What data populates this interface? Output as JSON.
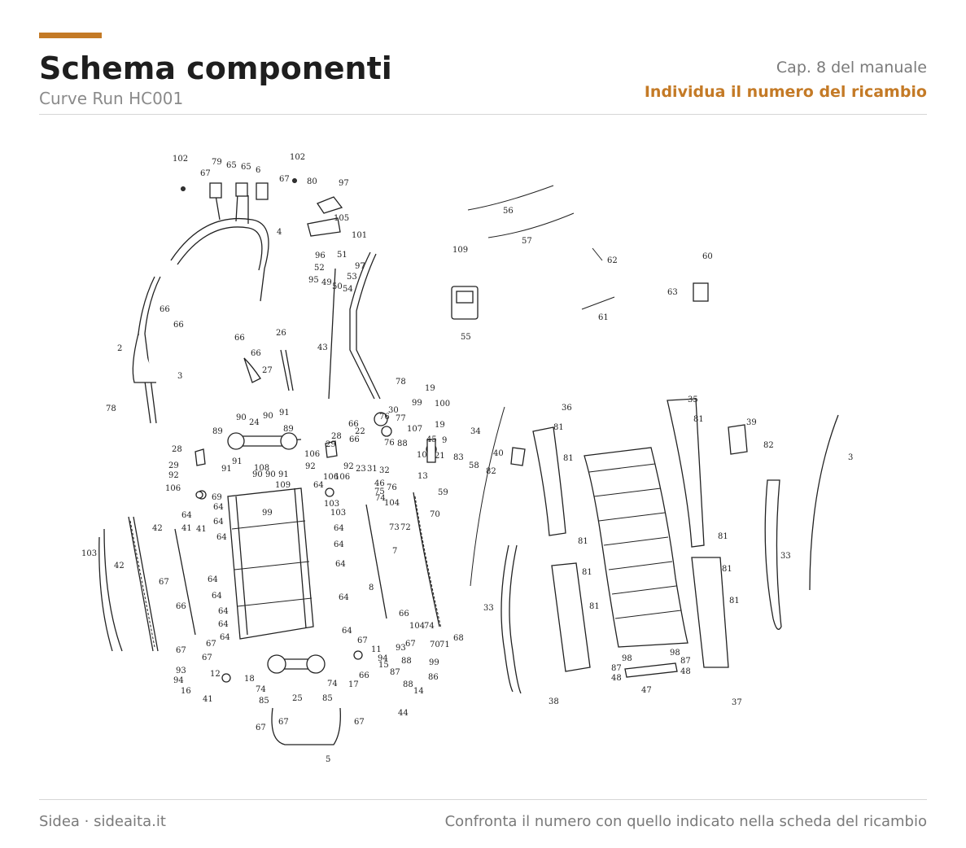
{
  "header": {
    "title": "Schema componenti",
    "subtitle": "Curve Run HC001",
    "chapter": "Cap. 8 del manuale",
    "instruction": "Individua il numero del ricambio",
    "accent_color": "#c47a26"
  },
  "diagram": {
    "part_labels": [
      "102",
      "79",
      "65",
      "65",
      "6",
      "67",
      "102",
      "80",
      "97",
      "105",
      "101",
      "4",
      "67",
      "66",
      "66",
      "66",
      "66",
      "2",
      "3",
      "78",
      "26",
      "27",
      "43",
      "96",
      "51",
      "52",
      "53",
      "95",
      "49",
      "50",
      "54",
      "97",
      "56",
      "57",
      "109",
      "55",
      "62",
      "61",
      "60",
      "63",
      "78",
      "19",
      "99",
      "100",
      "19",
      "36",
      "35",
      "81",
      "81",
      "81",
      "39",
      "82",
      "34",
      "40",
      "82",
      "3",
      "28",
      "29",
      "92",
      "106",
      "91",
      "90",
      "24",
      "90",
      "91",
      "89",
      "89",
      "91",
      "90",
      "108",
      "90",
      "91",
      "92",
      "106",
      "109",
      "99",
      "28",
      "29",
      "106",
      "92",
      "106",
      "66",
      "22",
      "30",
      "76",
      "77",
      "66",
      "107",
      "76",
      "88",
      "23",
      "31",
      "32",
      "45",
      "9",
      "10",
      "21",
      "13",
      "83",
      "58",
      "59",
      "46",
      "76",
      "75",
      "74",
      "104",
      "73",
      "72",
      "70",
      "69",
      "64",
      "64",
      "64",
      "41",
      "103",
      "64",
      "103",
      "64",
      "64",
      "64",
      "64",
      "64",
      "64",
      "64",
      "64",
      "64",
      "64",
      "64",
      "41",
      "103",
      "42",
      "42",
      "67",
      "66",
      "8",
      "7",
      "66",
      "67",
      "12",
      "18",
      "25",
      "74",
      "85",
      "74",
      "17",
      "11",
      "94",
      "15",
      "93",
      "67",
      "99",
      "88",
      "87",
      "86",
      "88",
      "14",
      "104",
      "74",
      "70",
      "71",
      "68",
      "16",
      "93",
      "94",
      "41",
      "67",
      "67",
      "67",
      "66",
      "44",
      "85",
      "67",
      "5",
      "67",
      "67",
      "33",
      "38",
      "81",
      "81",
      "81",
      "37",
      "81",
      "81",
      "81",
      "98",
      "87",
      "48",
      "47",
      "98",
      "87",
      "48",
      "33"
    ]
  },
  "footer": {
    "brand": "Sidea · sideaita.it",
    "note": "Confronta il numero con quello indicato nella scheda del ricambio"
  }
}
